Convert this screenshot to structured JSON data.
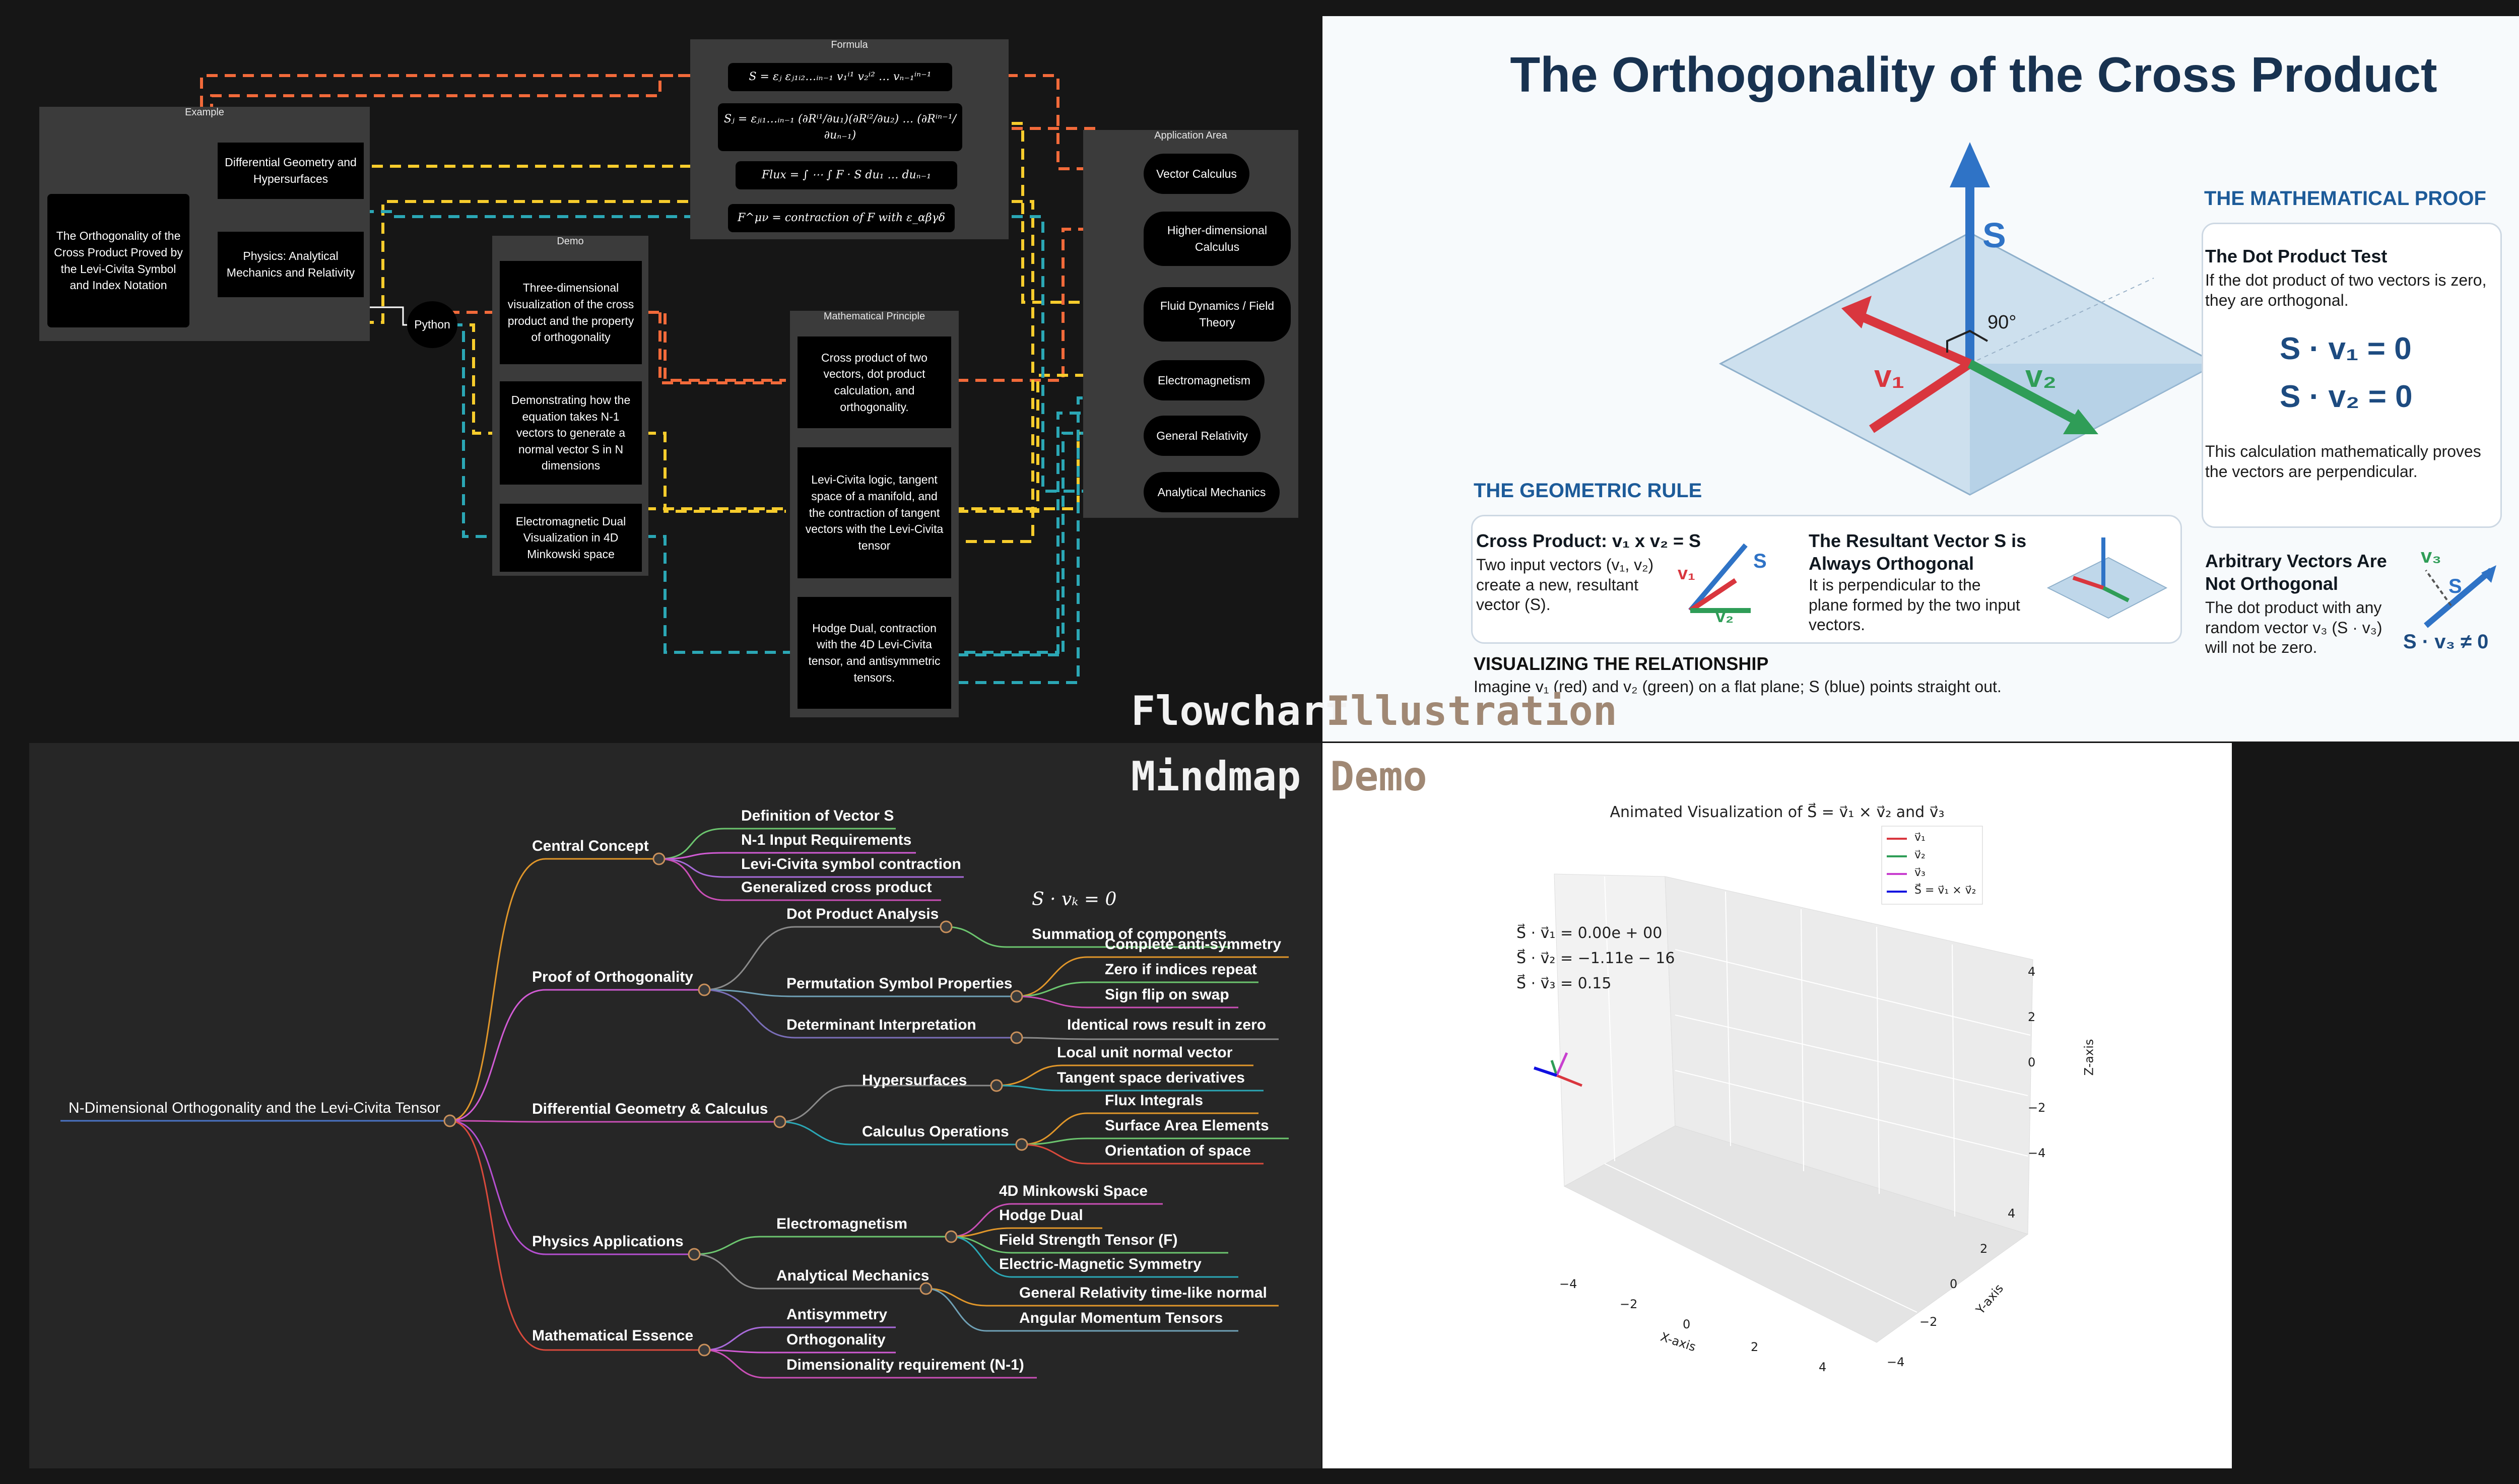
{
  "labels": {
    "flowchart": "Flowchart",
    "illustration": "Illustration",
    "mindmap": "Mindmap",
    "demo": "Demo"
  },
  "colors": {
    "label_white": "#f2f2f2",
    "label_brown": "#a08874",
    "wire_orange": "#f26a3a",
    "wire_yellow": "#f7cc2c",
    "wire_teal": "#2ba7b5",
    "accent_blue": "#2f73c6",
    "vector_red": "#d9363e",
    "vector_green": "#2f9d57",
    "vector_magenta": "#c83fcf"
  },
  "flowchart": {
    "groups": {
      "example": "Example",
      "formula": "Formula",
      "demo": "Demo",
      "principle": "Mathematical Principle",
      "application": "Application Area"
    },
    "nodes": {
      "main": "The Orthogonality of the Cross Product Proved by the Levi-Civita Symbol and Index Notation",
      "diffgeo": "Differential Geometry and Hypersurfaces",
      "physics": "Physics: Analytical Mechanics and Relativity",
      "python": "Python",
      "f1": "S = εⱼ εⱼ₁ᵢ₂…ᵢₙ₋₁ v₁ⁱ¹ v₂ⁱ² … vₙ₋₁ⁱⁿ⁻¹",
      "f2": "Sⱼ = εⱼᵢ₁…ᵢₙ₋₁ (∂Rⁱ¹/∂u₁)(∂Rⁱ²/∂u₂) … (∂Rⁱⁿ⁻¹/∂uₙ₋₁)",
      "f3": "Flux = ∫ ⋯ ∫ F · S du₁ … duₙ₋₁",
      "f4": "F^μν = contraction of F with ε_αβγδ",
      "d1": "Three-dimensional visualization of the cross product and the property of orthogonality",
      "d2": "Demonstrating how the equation takes N-1 vectors to generate a normal vector S in N dimensions",
      "d3": "Electromagnetic Dual Visualization in 4D Minkowski space",
      "p1": "Cross product of two vectors, dot product calculation, and orthogonality.",
      "p2": "Levi-Civita logic, tangent space of a manifold, and the contraction of tangent vectors with the Levi-Civita tensor",
      "p3": "Hodge Dual, contraction with the 4D Levi-Civita tensor, and antisymmetric tensors.",
      "a1": "Vector Calculus",
      "a2": "Higher-dimensional Calculus",
      "a3": "Fluid Dynamics / Field Theory",
      "a4": "Electromagnetism",
      "a5": "General Relativity",
      "a6": "Analytical Mechanics"
    }
  },
  "infographic": {
    "title": "The Orthogonality of the Cross Product",
    "diagram": {
      "s": "S",
      "v1": "v₁",
      "v2": "v₂",
      "angle": "90°"
    },
    "proof": {
      "heading": "THE MATHEMATICAL PROOF",
      "dot_test_title": "The Dot Product Test",
      "dot_test_body": "If the dot product of two vectors is zero, they are orthogonal.",
      "eq1": "S · v₁ = 0",
      "eq2": "S · v₂ = 0",
      "conclusion": "This calculation mathematically proves the vectors are perpendicular.",
      "arb_title": "Arbitrary Vectors Are Not Orthogonal",
      "arb_body": "The dot product with any random vector v₃ (S · v₃) will not be zero.",
      "arb_eq": "S · v₃ ≠ 0",
      "arb_v3": "v₃",
      "arb_s": "S"
    },
    "rule": {
      "heading": "THE GEOMETRIC RULE",
      "cross_title": "Cross Product: v₁ x v₂ = S",
      "cross_body": "Two input vectors (v₁, v₂) create a new, resultant vector (S).",
      "cross_s": "S",
      "cross_v1": "v₁",
      "cross_v2": "v₂",
      "result_title": "The Resultant Vector S is Always Orthogonal",
      "result_body": "It is perpendicular to the plane formed by the two input vectors."
    },
    "relation": {
      "heading": "VISUALIZING THE RELATIONSHIP",
      "body": "Imagine v₁ (red) and v₂ (green) on a flat plane; S (blue) points straight out."
    }
  },
  "mindmap": {
    "root": "N-Dimensional Orthogonality and the Levi-Civita Tensor",
    "central": "Central Concept",
    "central_items": [
      "Definition of Vector S",
      "N-1 Input Requirements",
      "Levi-Civita symbol contraction",
      "Generalized cross product"
    ],
    "proof": "Proof of Orthogonality",
    "dot": "Dot Product Analysis",
    "dot_formula": "S · vₖ = 0",
    "dot_sum": "Summation of components",
    "perm": "Permutation Symbol Properties",
    "perm_items": [
      "Complete anti-symmetry",
      "Zero if indices repeat",
      "Sign flip on swap"
    ],
    "det": "Determinant Interpretation",
    "det_item": "Identical rows result in zero",
    "diffgeo": "Differential Geometry & Calculus",
    "hyper": "Hypersurfaces",
    "hyper_items": [
      "Local unit normal vector",
      "Tangent space derivatives"
    ],
    "calc": "Calculus Operations",
    "calc_items": [
      "Flux Integrals",
      "Surface Area Elements",
      "Orientation of space"
    ],
    "physics": "Physics Applications",
    "em": "Electromagnetism",
    "em_items": [
      "4D Minkowski Space",
      "Hodge Dual",
      "Field Strength Tensor (F)",
      "Electric-Magnetic Symmetry"
    ],
    "am": "Analytical Mechanics",
    "am_items": [
      "General Relativity time-like normal",
      "Angular Momentum Tensors"
    ],
    "essence": "Mathematical Essence",
    "essence_items": [
      "Antisymmetry",
      "Orthogonality",
      "Dimensionality requirement (N-1)"
    ]
  },
  "plot": {
    "title": "Animated Visualization of S⃗ = v⃗₁ × v⃗₂ and v⃗₃",
    "legend": [
      "v⃗₁",
      "v⃗₂",
      "v⃗₃",
      "S⃗ = v⃗₁ × v⃗₂"
    ],
    "readouts": [
      "S⃗ · v⃗₁ = 0.00e + 00",
      "S⃗ · v⃗₂ = −1.11e − 16",
      "S⃗ · v⃗₃ = 0.15"
    ],
    "xlabel": "X-axis",
    "ylabel": "Y-axis",
    "zlabel": "Z-axis",
    "xticks": [
      "−4",
      "−2",
      "0",
      "2",
      "4"
    ],
    "yticks": [
      "−4",
      "−2",
      "0",
      "2",
      "4"
    ],
    "zticks": [
      "4",
      "2",
      "0",
      "−2",
      "−4"
    ]
  }
}
